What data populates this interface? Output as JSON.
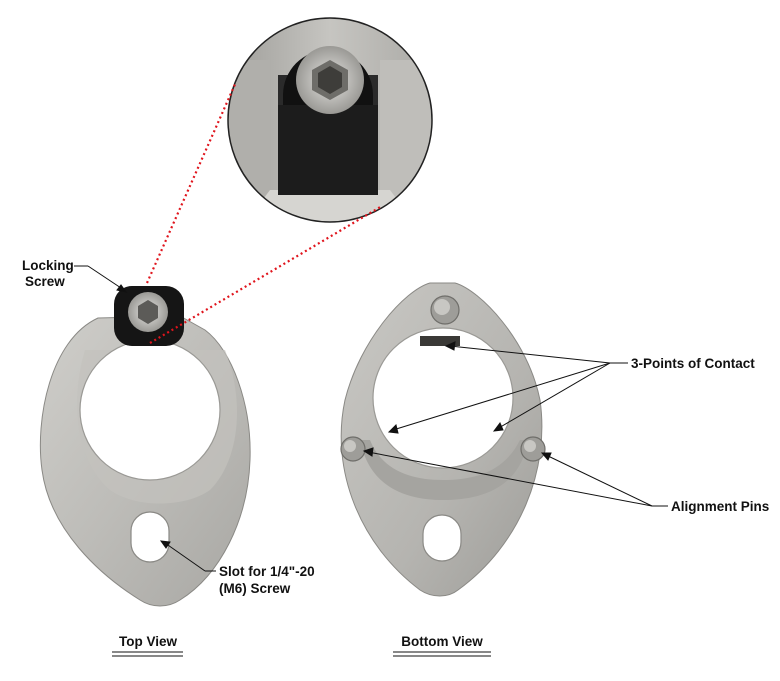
{
  "labels": {
    "locking_screw_line1": "Locking",
    "locking_screw_line2": "Screw",
    "contact_points": "3-Points of Contact",
    "alignment_pins": "Alignment Pins",
    "slot_line1": "Slot for 1/4\"-20",
    "slot_line2": "(M6) Screw"
  },
  "captions": {
    "top_view": "Top View",
    "bottom_view": "Bottom View"
  },
  "colors": {
    "metal_light": "#d4d3d0",
    "metal_mid": "#b6b5b1",
    "metal_dark": "#8e8d89",
    "screw_block": "#1a1a1a",
    "zoom_connector": "#e0141c",
    "leader": "#111111"
  }
}
